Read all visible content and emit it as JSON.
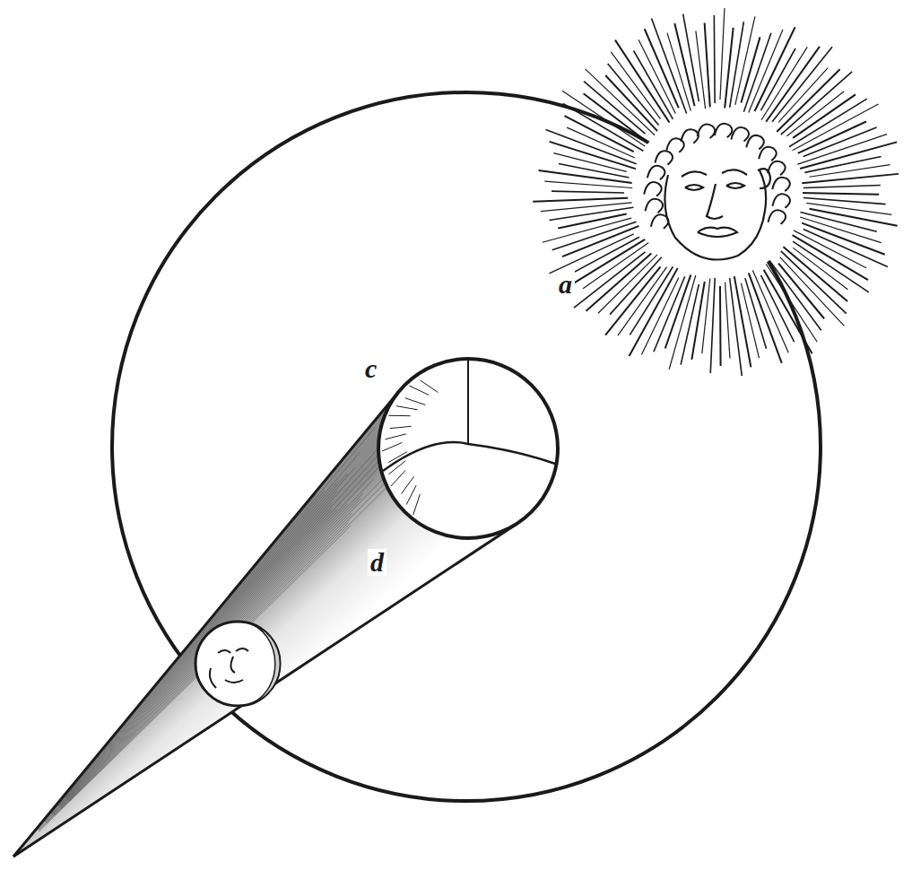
{
  "diagram": {
    "labels": [
      "a",
      "c",
      "d"
    ]
  }
}
